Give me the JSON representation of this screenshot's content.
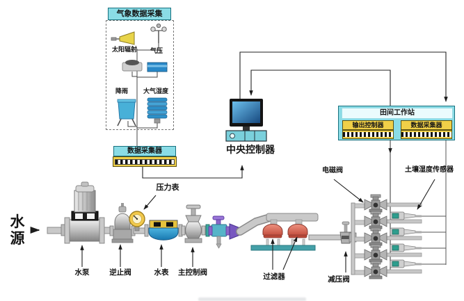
{
  "weather": {
    "title": "气象数据采集",
    "collector": "数据采集器",
    "sensors": {
      "solar": "太阳辐射",
      "pressure": "气压",
      "rain": "降雨",
      "humidity": "大气湿度"
    }
  },
  "controller": {
    "label": "中央控制器"
  },
  "field_station": {
    "title": "田间工作站",
    "output_controller": "输出控制器",
    "data_collector": "数据采集器"
  },
  "pipeline": {
    "source": "水源",
    "pump": "水泵",
    "check_valve": "逆止阀",
    "water_meter": "水表",
    "main_valve": "主控制阀",
    "pressure_gauge": "压力表",
    "filter": "过滤器",
    "reducing_valve": "减压阀"
  },
  "field": {
    "solenoid_valve": "电磁阀",
    "soil_sensor": "土壤湿度传感器"
  },
  "colors": {
    "cyan_panel": "#8ADCE6",
    "yellow_bar": "#F0D048",
    "screen_blue": "#2F7EC0",
    "filter_red": "#D96050",
    "platform_teal": "#44A0A8",
    "sensor_teal": "#2E9E8E",
    "gauge_yellow": "#F2C94C"
  }
}
